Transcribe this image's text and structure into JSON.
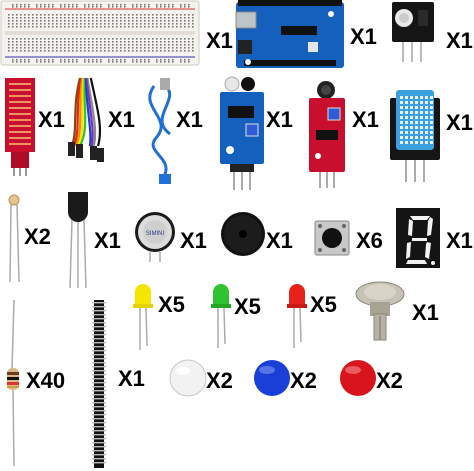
{
  "components": [
    {
      "name": "breadboard",
      "quantity": "X1"
    },
    {
      "name": "arduino-board",
      "quantity": "X1"
    },
    {
      "name": "ir-receiver-module",
      "quantity": "X1"
    },
    {
      "name": "water-level-sensor",
      "quantity": "X1"
    },
    {
      "name": "jumper-wires",
      "quantity": "X1"
    },
    {
      "name": "usb-cable",
      "quantity": "X1"
    },
    {
      "name": "ir-obstacle-sensor",
      "quantity": "X1"
    },
    {
      "name": "sound-sensor-module",
      "quantity": "X1"
    },
    {
      "name": "dht11-sensor",
      "quantity": "X1"
    },
    {
      "name": "photoresistor",
      "quantity": "X2"
    },
    {
      "name": "temperature-transistor",
      "quantity": "X1"
    },
    {
      "name": "active-buzzer",
      "quantity": "X1"
    },
    {
      "name": "passive-buzzer",
      "quantity": "X1"
    },
    {
      "name": "push-button",
      "quantity": "X6"
    },
    {
      "name": "seven-segment-display",
      "quantity": "X1"
    },
    {
      "name": "yellow-led",
      "quantity": "X5"
    },
    {
      "name": "green-led",
      "quantity": "X5"
    },
    {
      "name": "red-led",
      "quantity": "X5"
    },
    {
      "name": "potentiometer",
      "quantity": "X1"
    },
    {
      "name": "resistor",
      "quantity": "X40"
    },
    {
      "name": "pin-header",
      "quantity": "X1"
    },
    {
      "name": "white-button-cap",
      "quantity": "X2"
    },
    {
      "name": "blue-button-cap",
      "quantity": "X2"
    },
    {
      "name": "red-button-cap",
      "quantity": "X2"
    }
  ],
  "buzzer_text": "SIMINI",
  "colors": {
    "board_blue": "#1560bd",
    "board_red": "#c8102e",
    "sensor_blue": "#1fa0e0",
    "led_yellow": "#f5e600",
    "led_green": "#2fc42f",
    "led_red": "#e8221a",
    "cap_blue": "#1a3fd6",
    "cap_red": "#d8141c"
  }
}
